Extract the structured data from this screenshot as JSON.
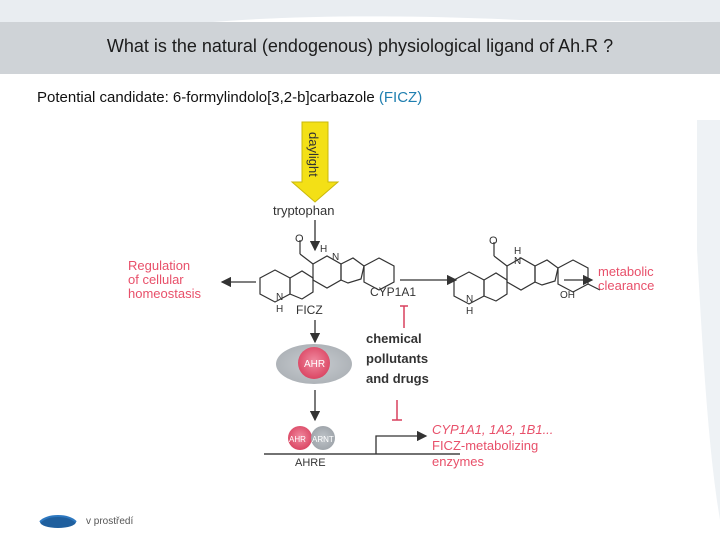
{
  "slide": {
    "title": "What is the natural (endogenous) physiological ligand of Ah.R ?",
    "subtitle_prefix": "Potential candidate: 6-formylindolo[3,2-b]carbazole ",
    "subtitle_highlight": "(FICZ)",
    "footer_text": "v prostředí"
  },
  "colors": {
    "title_bar": "#cfd3d7",
    "accent_text": "#e8506a",
    "highlight_blue": "#1f7fb0",
    "arrow_yellow": "#f3e016",
    "ahr_pink": "#d9405e",
    "arnt_gray": "#9aa0a6",
    "inhibitor_red": "#d9405e"
  },
  "diagram": {
    "daylight_label": "daylight",
    "tryptophan": "tryptophan",
    "left_outcome": [
      "Regulation",
      "of cellular",
      "homeostasis"
    ],
    "right_outcome": [
      "metabolic",
      "clearance"
    ],
    "enzyme": "CYP1A1",
    "ficz_label": "FICZ",
    "oh_label": "OH",
    "atom_O": "O",
    "atom_H": "H",
    "atom_N": "N",
    "inhibitors": [
      "chemical",
      "pollutants",
      "and drugs"
    ],
    "ahr_label": "AHR",
    "arnt_label": "ARNT",
    "ahre_label": "AHRE",
    "genes": [
      "CYP1A1, 1A2, 1B1...",
      "FICZ-metabolizing",
      "enzymes"
    ]
  }
}
